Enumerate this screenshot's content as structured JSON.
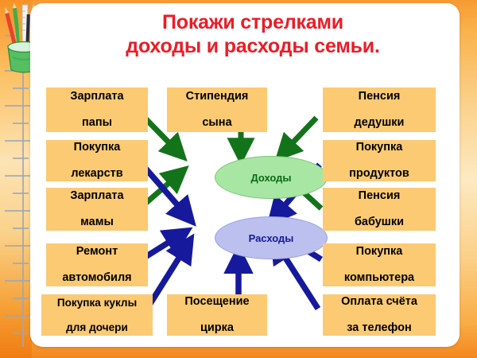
{
  "title": {
    "line1": "Покажи стрелками",
    "line2": "доходы и расходы семьи.",
    "color": "#ec1c24"
  },
  "nodes": {
    "income": {
      "label": "Доходы",
      "fill": "#a8e6a3",
      "text_color": "#0a6b17"
    },
    "expenses": {
      "label": "Расходы",
      "fill": "#bbc0ee",
      "text_color": "#16199c"
    }
  },
  "legend": {
    "income_arrow_color": "#13731a",
    "expense_arrow_color": "#16199c",
    "box_fill": "#fcca73"
  },
  "boxes": {
    "left": [
      {
        "line1": "Зарплата",
        "line2": "папы",
        "target": "income"
      },
      {
        "line1": "Покупка",
        "line2": "лекарств",
        "target": "expenses"
      },
      {
        "line1": "Зарплата",
        "line2": "мамы",
        "target": "income"
      },
      {
        "line1": "Ремонт",
        "line2": "автомобиля",
        "target": "expenses"
      },
      {
        "line1": "Покупка куклы",
        "line2": "для дочери",
        "target": "expenses"
      }
    ],
    "center": [
      {
        "line1": "Стипендия",
        "line2": "сына",
        "target": "income"
      },
      {
        "line1": "Посещение",
        "line2": "цирка",
        "target": "expenses"
      }
    ],
    "right": [
      {
        "line1": "Пенсия",
        "line2": "дедушки",
        "target": "income"
      },
      {
        "line1": "Покупка",
        "line2": "продуктов",
        "target": "expenses"
      },
      {
        "line1": "Пенсия",
        "line2": "бабушки",
        "target": "income"
      },
      {
        "line1": "Покупка",
        "line2": "компьютера",
        "target": "expenses"
      },
      {
        "line1": "Оплата счёта",
        "line2": "за телефон",
        "target": "expenses"
      }
    ]
  },
  "decor": {
    "pencil_cup": "pencil-cup-icon",
    "ruler": "ruler-icon"
  }
}
